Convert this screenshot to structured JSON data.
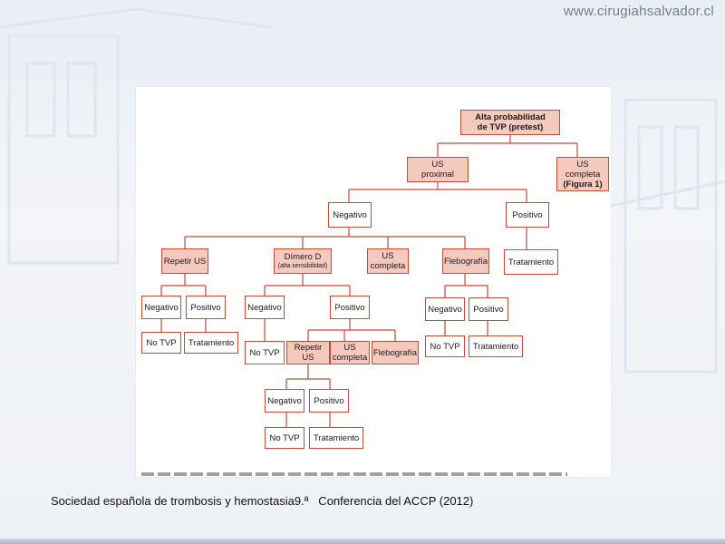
{
  "header": {
    "site_url": "www.cirugiahsalvador.cl"
  },
  "diagram": {
    "root": {
      "line1": "Alta probabilidad",
      "line2": "de TVP (pretest)"
    },
    "us_proximal": {
      "line1": "US",
      "line2": "proximal"
    },
    "us_completa_top": {
      "line1": "US",
      "line2": "completa",
      "line3": "(Figura 1)"
    },
    "negativo_l2": "Negativo",
    "positivo_l2": "Positivo",
    "repetir_us_1": "Repetir US",
    "dimero": {
      "line1": "Dímero D",
      "line2": "(alta sensibilidad)"
    },
    "us_completa_mid": {
      "line1": "US",
      "line2": "completa"
    },
    "flebografia_1": "Flebografía",
    "tratamiento_right": "Tratamiento",
    "rep_neg": "Negativo",
    "rep_pos": "Positivo",
    "rep_notvp": "No TVP",
    "rep_trat": "Tratamiento",
    "dim_neg": "Negativo",
    "dim_pos": "Positivo",
    "dim_notvp": "No TVP",
    "repetir_us_2": "Repetir US",
    "us_completa_low": {
      "line1": "US",
      "line2": "completa"
    },
    "flebografia_2": "Flebografía",
    "fleb_neg": "Negativo",
    "fleb_pos": "Positivo",
    "fleb_notvp": "No TVP",
    "fleb_trat": "Tratamiento",
    "low_neg": "Negativo",
    "low_pos": "Positivo",
    "low_notvp": "No TVP",
    "low_trat": "Tratamiento"
  },
  "footer": {
    "text": "Sociedad española de trombosis y hemostasia9.ª   Conferencia del ACCP (2012)"
  }
}
